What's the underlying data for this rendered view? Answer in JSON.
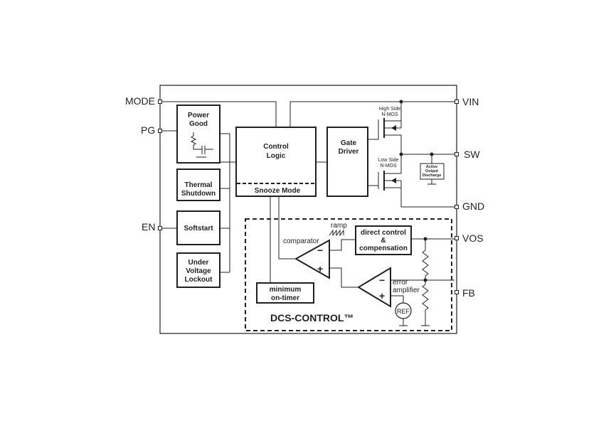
{
  "pins": {
    "mode": "MODE",
    "pg": "PG",
    "en": "EN",
    "vin": "VIN",
    "sw": "SW",
    "gnd": "GND",
    "vos": "VOS",
    "fb": "FB"
  },
  "blocks": {
    "power_good": [
      "Power",
      "Good"
    ],
    "thermal_shutdown": [
      "Thermal",
      "Shutdown"
    ],
    "softstart": "Softstart",
    "uvlo": [
      "Under",
      "Voltage",
      "Lockout"
    ],
    "control_logic": [
      "Control",
      "Logic"
    ],
    "snooze_mode": "Snooze Mode",
    "gate_driver": [
      "Gate",
      "Driver"
    ],
    "high_side": [
      "High Side",
      "N-MOS"
    ],
    "low_side": [
      "Low Side",
      "N-MOS"
    ],
    "active_discharge": [
      "Active",
      "Output",
      "Discharge"
    ],
    "direct_control": [
      "direct control",
      "&",
      "compensation"
    ],
    "min_on_timer": [
      "minimum",
      "on-timer"
    ],
    "ref": "REF"
  },
  "labels": {
    "comparator": "comparator",
    "ramp": "ramp",
    "error_amplifier": [
      "error",
      "amplifier"
    ],
    "minus": "−",
    "plus": "+",
    "dcs_control": "DCS-CONTROL™"
  },
  "colors": {
    "line": "#231f20",
    "background": "#ffffff"
  }
}
